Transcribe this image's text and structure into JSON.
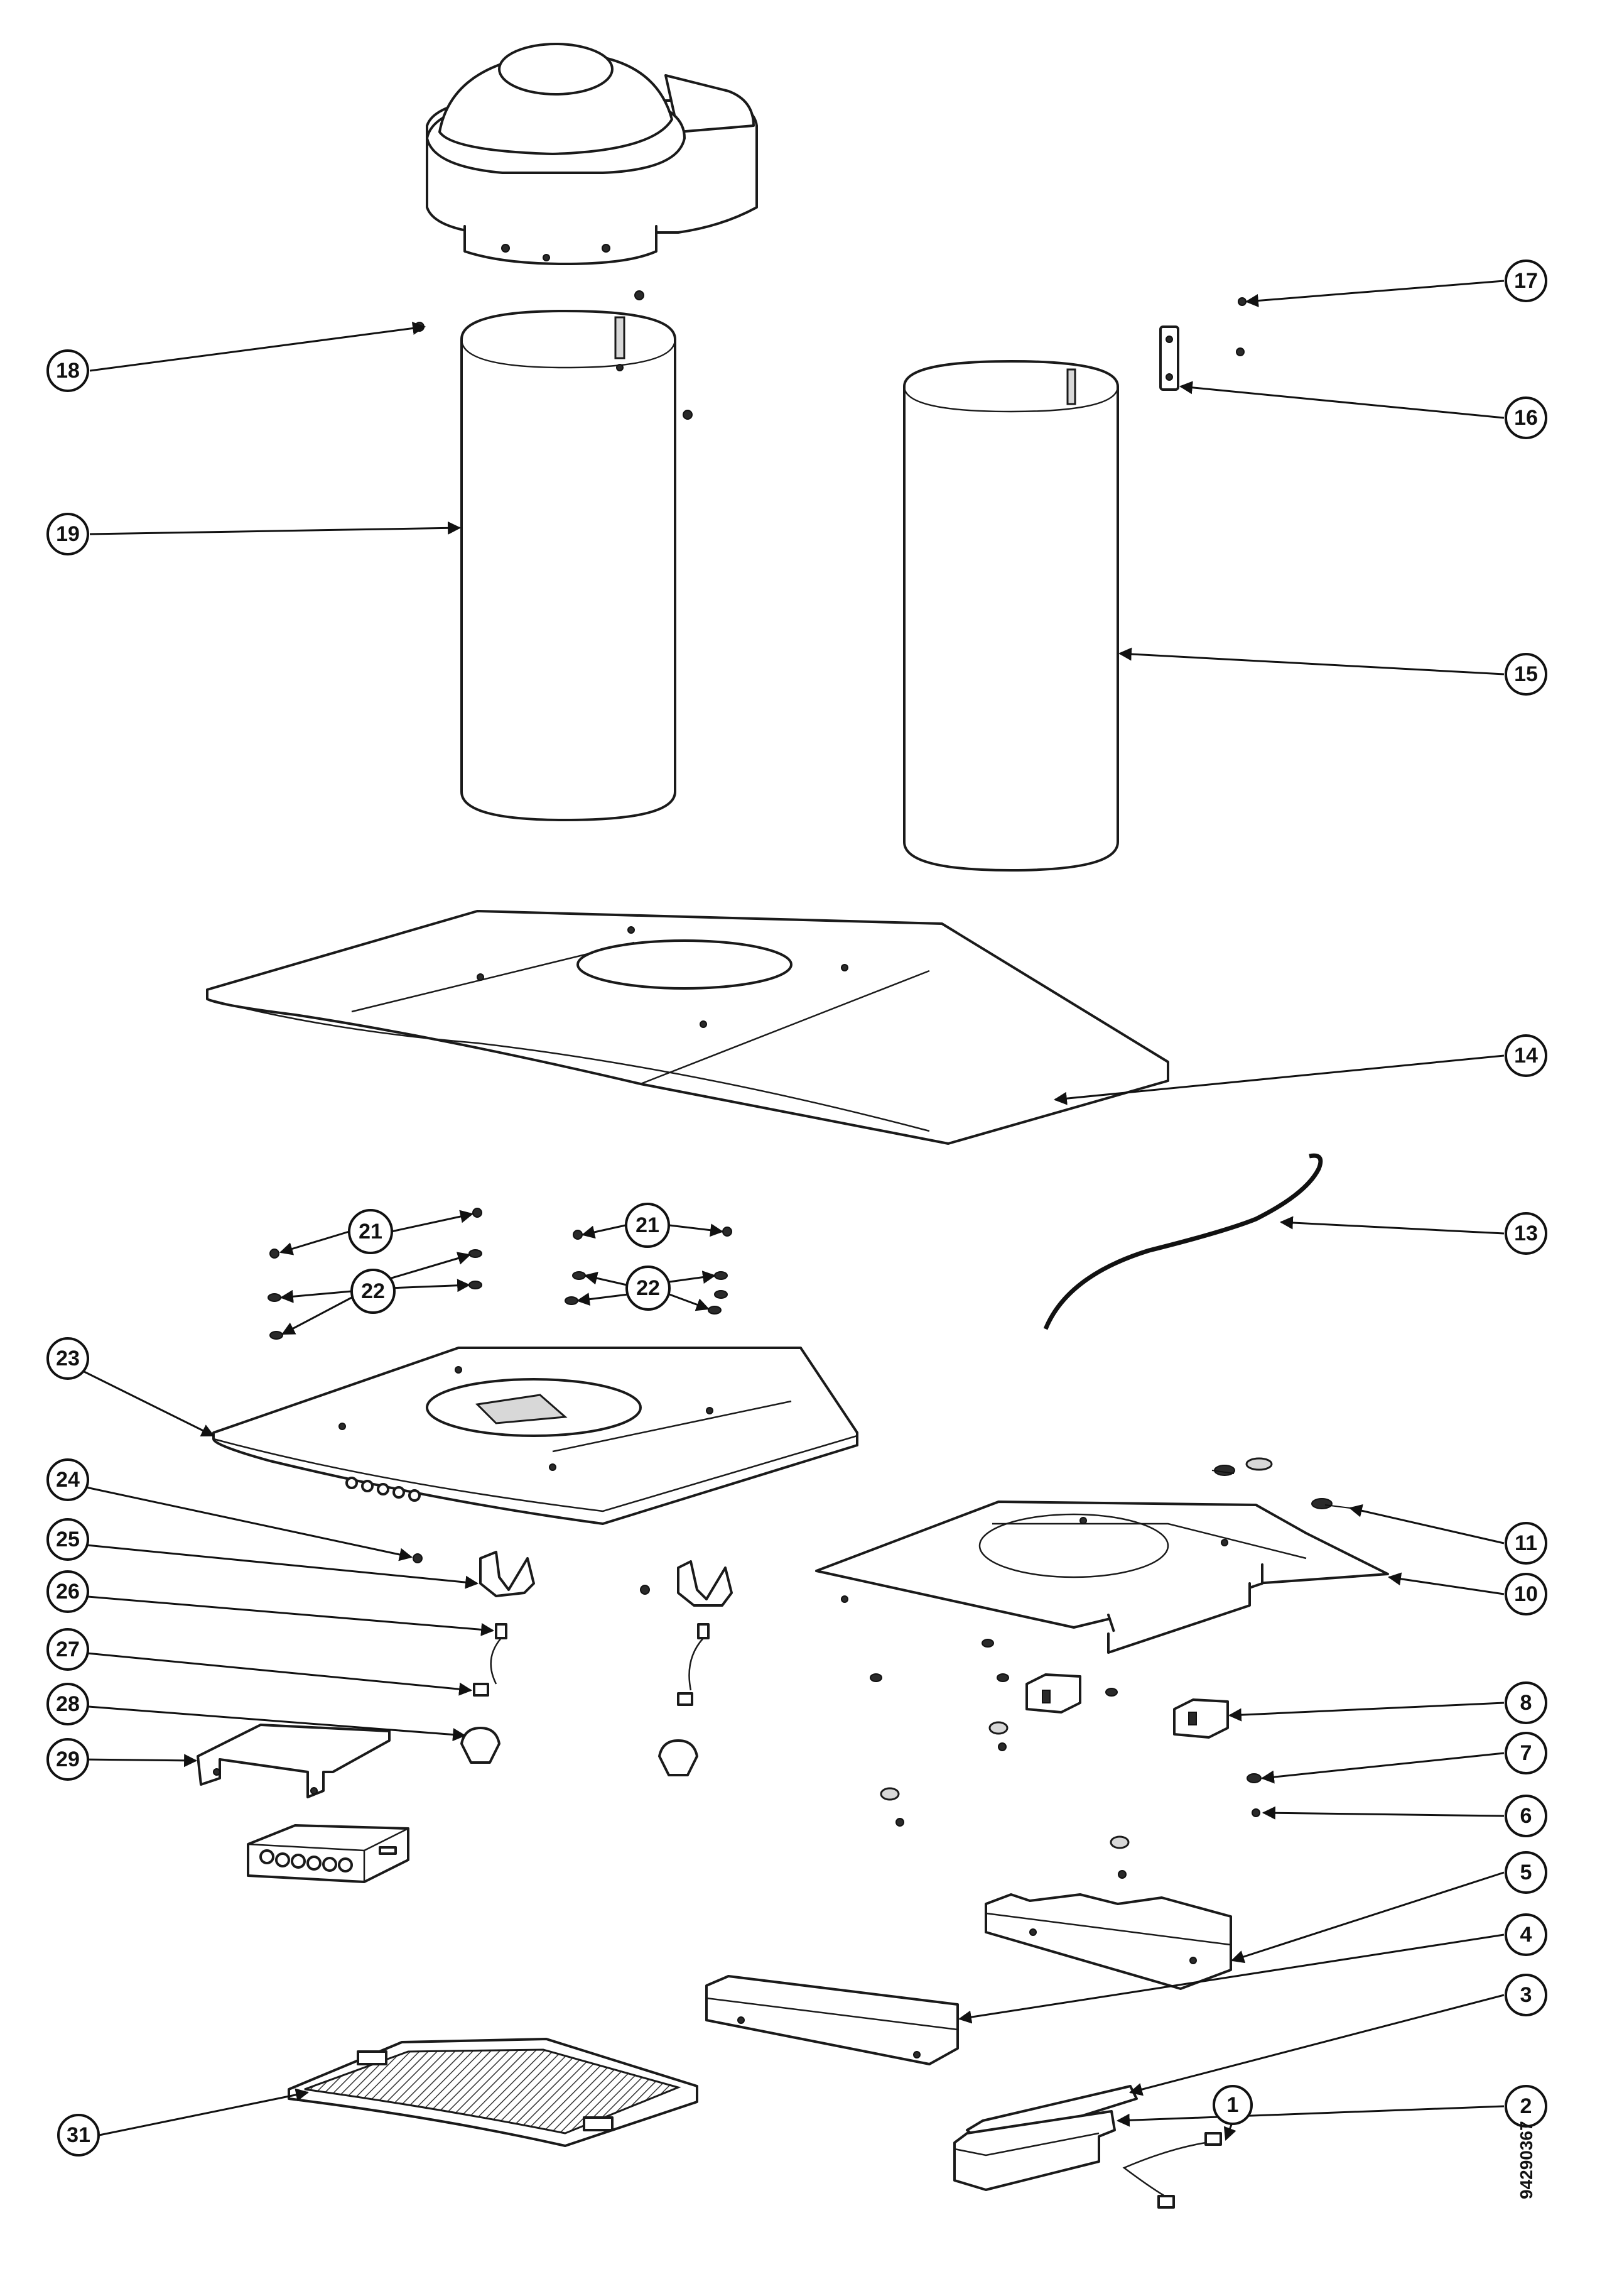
{
  "diagram": {
    "document_number": "94290367",
    "callouts": [
      "1",
      "2",
      "3",
      "4",
      "5",
      "6",
      "7",
      "8",
      "10",
      "11",
      "13",
      "14",
      "15",
      "16",
      "17",
      "18",
      "19",
      "21",
      "21",
      "22",
      "22",
      "23",
      "24",
      "25",
      "26",
      "27",
      "28",
      "29",
      "31"
    ]
  }
}
